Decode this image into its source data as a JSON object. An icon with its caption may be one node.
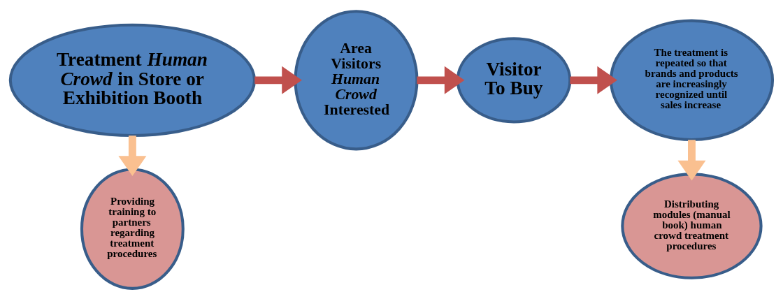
{
  "diagram": {
    "nodes": [
      {
        "text": [
          "Treatment *Human Crowd* in Store or Exhibition Booth"
        ]
      },
      {
        "text": [
          "Area Visitors *Human Crowd* Interested"
        ]
      },
      {
        "text": [
          "Visitor To Buy"
        ]
      },
      {
        "text": [
          "The treatment is repeated so that brands and products are increasingly recognized until sales increase"
        ]
      },
      {
        "text": [
          "Providing training to partners regarding treatment procedures"
        ]
      },
      {
        "text": [
          "Distributing modules (manual book) human crowd treatment procedures"
        ]
      }
    ],
    "edges": [
      {
        "from": 0,
        "to": 1,
        "arrow": "to"
      },
      {
        "from": 1,
        "to": 2,
        "arrow": "to"
      },
      {
        "from": 2,
        "to": 3,
        "arrow": "to"
      },
      {
        "from": 0,
        "to": 4,
        "arrow": "to",
        "color": "#fac090"
      },
      {
        "from": 3,
        "to": 5,
        "arrow": "to",
        "color": "#fac090"
      }
    ]
  }
}
